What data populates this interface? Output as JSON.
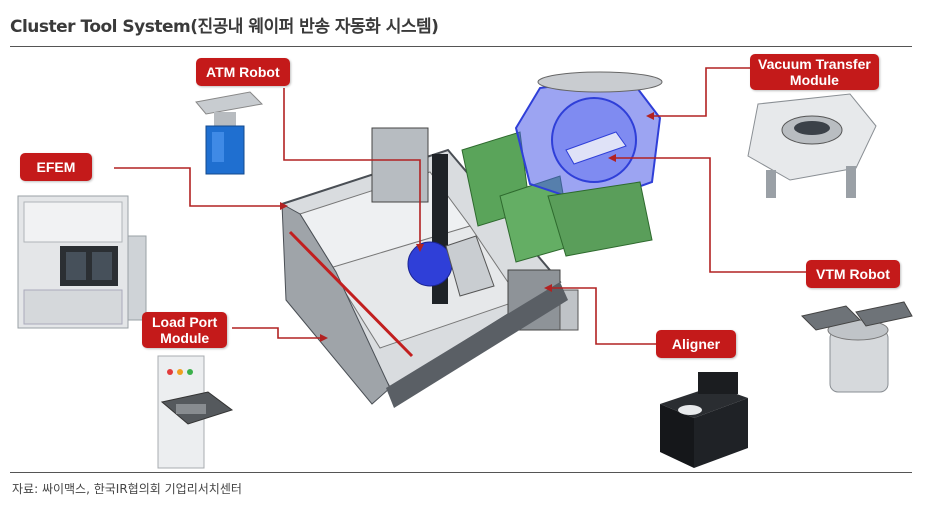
{
  "title": "Cluster Tool System(진공내 웨이퍼 반송 자동화 시스템)",
  "labels": {
    "atm_robot": "ATM Robot",
    "efem": "EFEM",
    "load_port_module_line1": "Load Port",
    "load_port_module_line2": "Module",
    "vacuum_transfer_module_line1": "Vacuum Transfer",
    "vacuum_transfer_module_line2": "Module",
    "vtm_robot": "VTM Robot",
    "aligner": "Aligner"
  },
  "source": "자료: 싸이맥스, 한국IR협의회 기업리서치센터",
  "colors": {
    "label_bg": "#c41a1a",
    "connector": "#b22222",
    "vtm_blue": "#2f3fd8"
  }
}
